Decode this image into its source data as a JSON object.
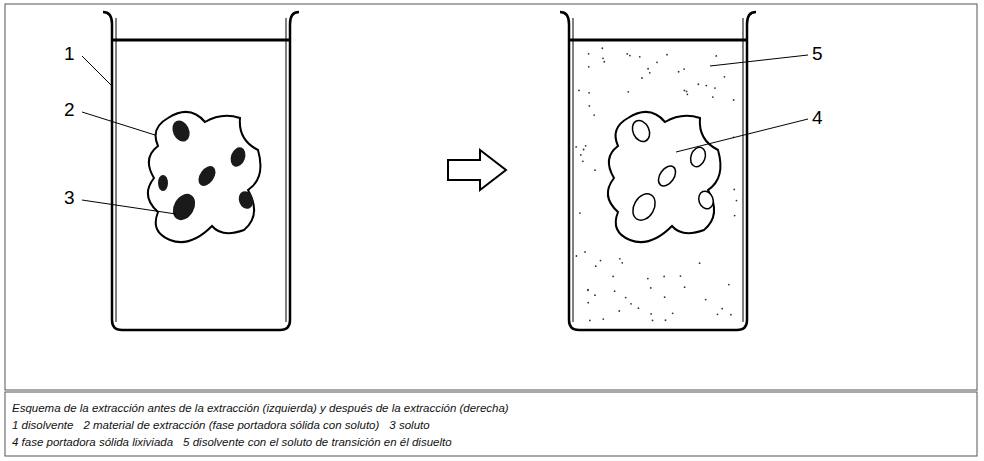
{
  "diagram": {
    "caption": "Esquema de la extracción antes de la extracción (izquierda) y después de la extracción (derecha)",
    "labels": [
      "1",
      "2",
      "3",
      "4",
      "5",
      "1 disolvente",
      "2 material de extracción (fase portadora sólida con soluto)",
      "3 soluto",
      "4 fase portadora sólida lixiviada",
      "5 disolvente con el soluto de transición en él disuelto"
    ]
  }
}
